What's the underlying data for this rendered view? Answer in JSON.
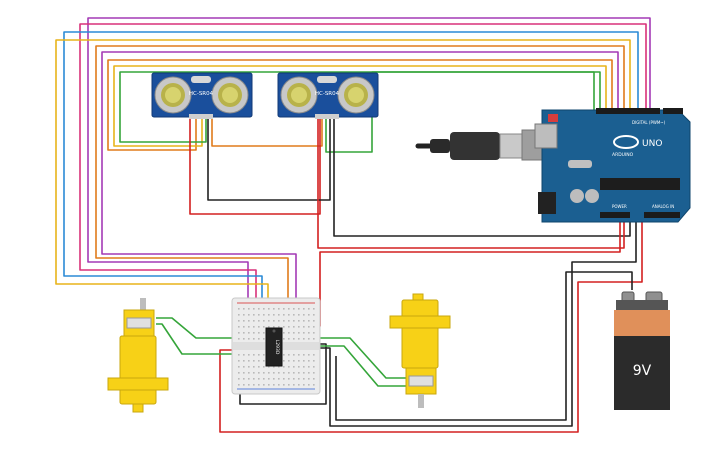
{
  "components": {
    "sensor_left": {
      "label": "HC-SR04"
    },
    "sensor_right": {
      "label": "HC-SR04"
    },
    "arduino": {
      "brand": "ARDUINO",
      "model": "UNO",
      "digital_label": "DIGITAL (PWM~)",
      "power_label": "POWER",
      "analog_label": "ANALOG IN"
    },
    "ic": {
      "label": "L293D"
    },
    "battery": {
      "label": "9V"
    }
  },
  "colors": {
    "sensor_board": "#1a4f9c",
    "arduino_board": "#1b5f91",
    "motor_yellow": "#f7d117",
    "battery_body": "#2b2b2b",
    "battery_top": "#e0905a",
    "wire_red": "#d42020",
    "wire_black": "#222222",
    "wire_green": "#35a53a",
    "wire_orange": "#e07b1c",
    "wire_purple": "#a43ab5",
    "wire_blue": "#2b8ad6",
    "wire_yellow": "#e8b41a",
    "wire_pink": "#d9317a"
  }
}
